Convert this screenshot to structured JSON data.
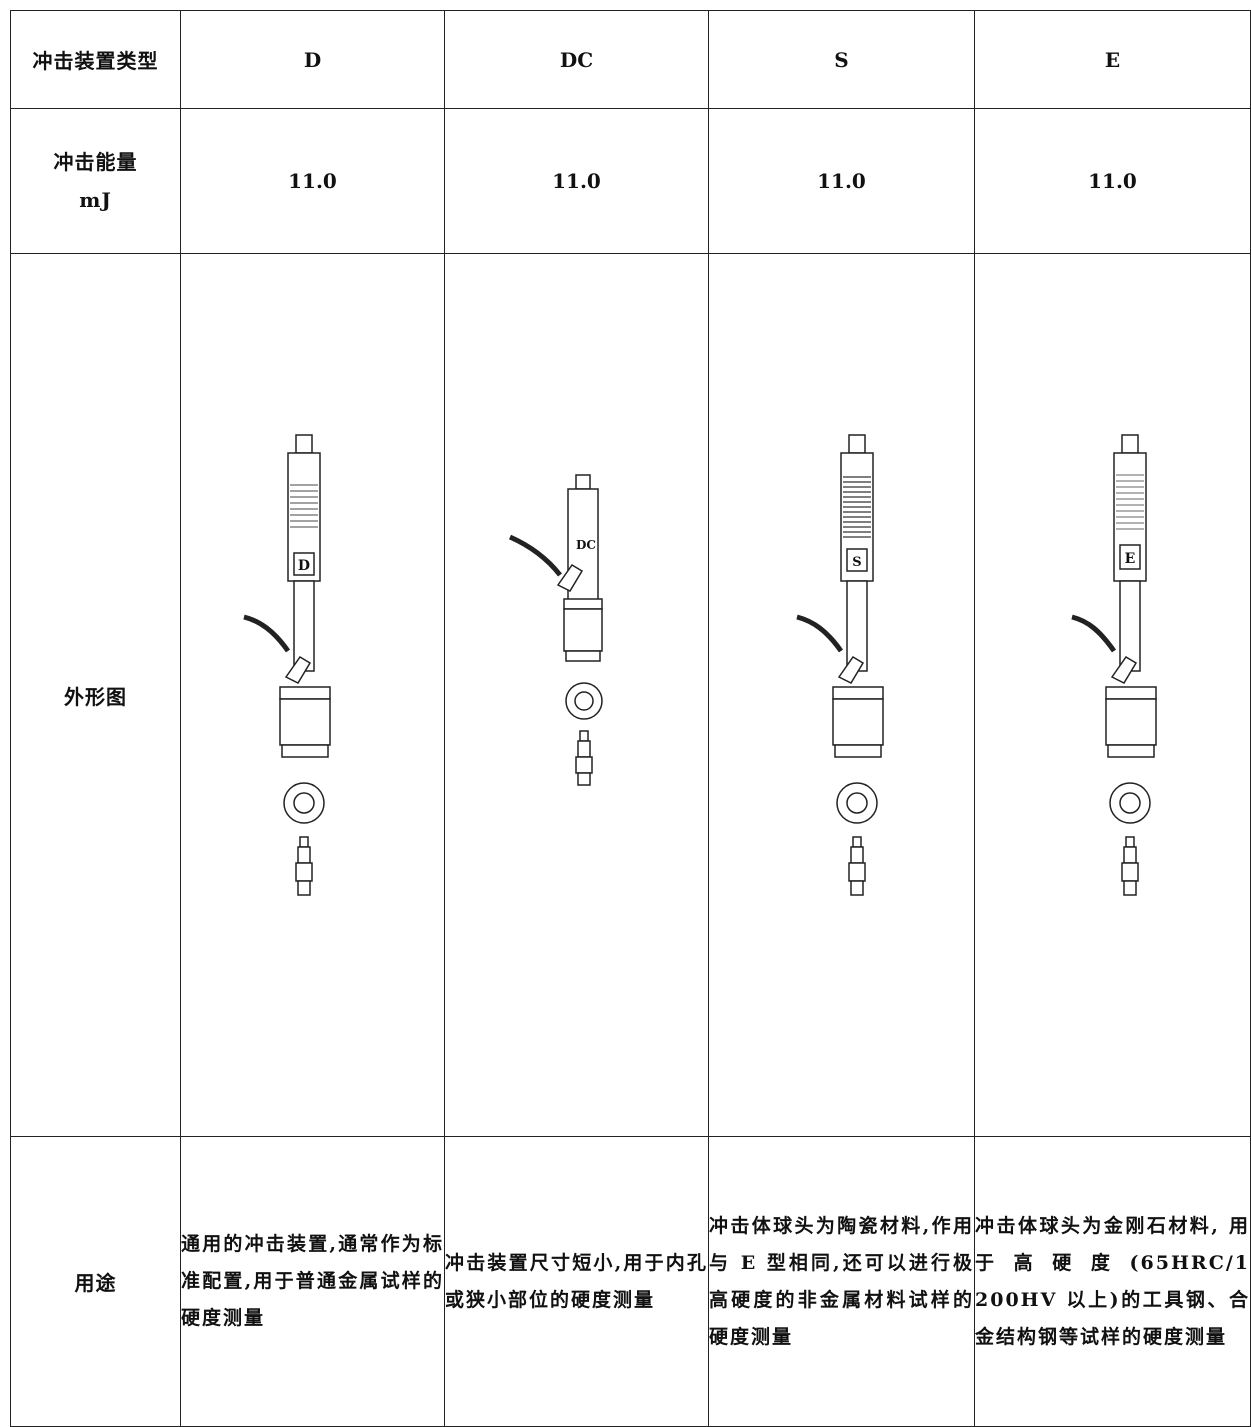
{
  "table": {
    "row_labels": {
      "type": "冲击装置类型",
      "energy": "冲击能量",
      "energy_unit": "mJ",
      "figure": "外形图",
      "use": "用途"
    },
    "columns": [
      {
        "type": "D",
        "energy": "11.0",
        "device_label": "D",
        "use": "通用的冲击装置,通常作为标准配置,用于普通金属试样的硬度测量"
      },
      {
        "type": "DC",
        "energy": "11.0",
        "device_label": "DC",
        "use": "冲击装置尺寸短小,用于内孔或狭小部位的硬度测量"
      },
      {
        "type": "S",
        "energy": "11.0",
        "device_label": "S",
        "use": "冲击体球头为陶瓷材料,作用与 E 型相同,还可以进行极高硬度的非金属材料试样的硬度测量"
      },
      {
        "type": "E",
        "energy": "11.0",
        "device_label": "E",
        "use": "冲击体球头为金刚石材料, 用于高硬度(65HRC/1 200HV 以上)的工具钢、合金结构钢等试样的硬度测量"
      }
    ]
  }
}
